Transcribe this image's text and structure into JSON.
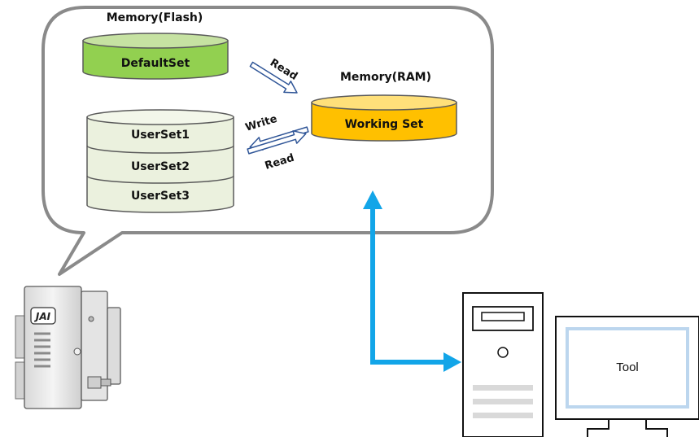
{
  "flash": {
    "title": "Memory(Flash)",
    "default_set": "DefaultSet",
    "user_sets": [
      "UserSet1",
      "UserSet2",
      "UserSet3"
    ]
  },
  "ram": {
    "title": "Memory(RAM)",
    "working_set": "Working Set"
  },
  "arrows": {
    "read_top": "Read",
    "write": "Write",
    "read_bottom": "Read"
  },
  "computer": {
    "screen_label": "Tool"
  },
  "camera": {
    "logo": "JAI"
  },
  "colors": {
    "green": "#92d050",
    "orange": "#ffc000",
    "user_fill": "#ebf1de",
    "link_blue": "#12a5e8"
  }
}
